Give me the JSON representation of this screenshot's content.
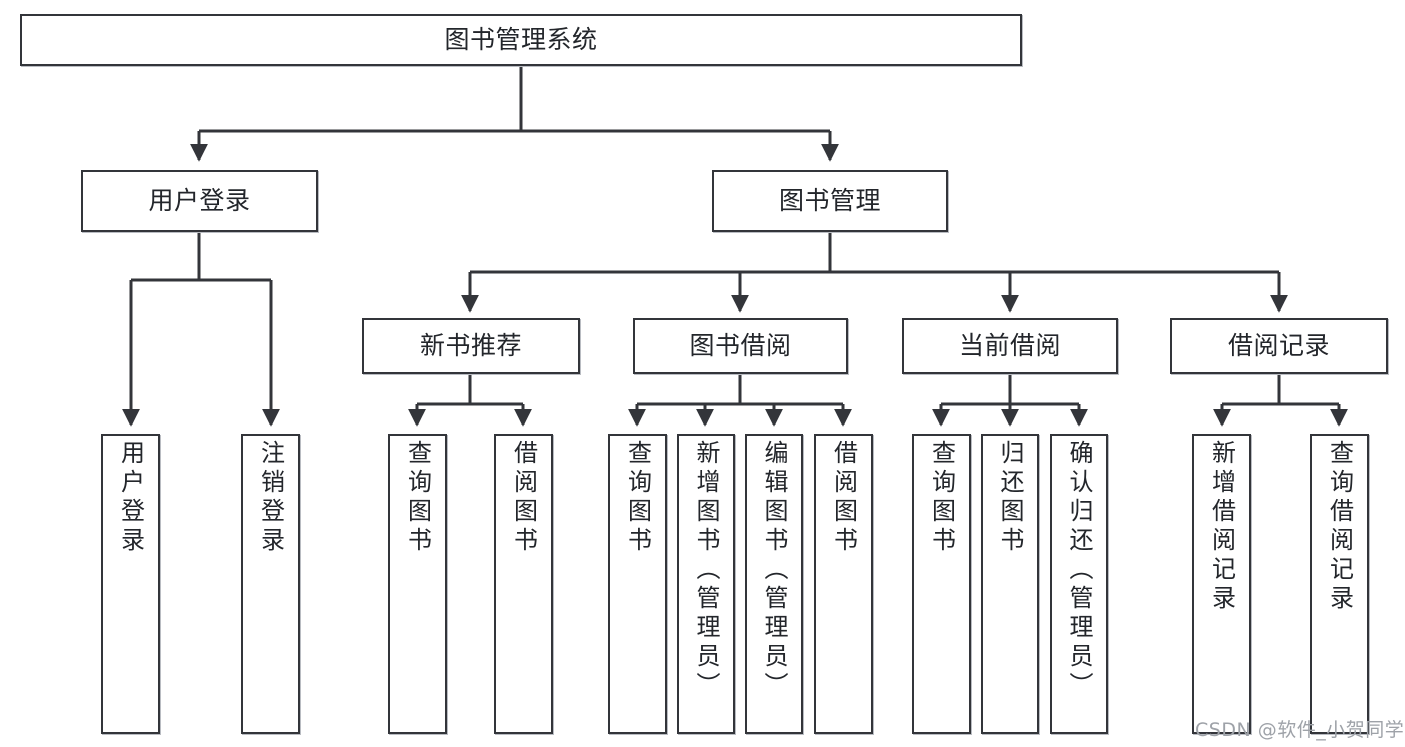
{
  "diagram": {
    "title": "图书管理系统",
    "root": {
      "label": "图书管理系统"
    },
    "level2": [
      {
        "label": "用户登录"
      },
      {
        "label": "图书管理"
      }
    ],
    "level3": [
      {
        "label": "新书推荐"
      },
      {
        "label": "图书借阅"
      },
      {
        "label": "当前借阅"
      },
      {
        "label": "借阅记录"
      }
    ],
    "leaves": {
      "user_login": [
        {
          "label": "用户登录"
        },
        {
          "label": "注销登录"
        }
      ],
      "new_book": [
        {
          "label": "查询图书"
        },
        {
          "label": "借阅图书"
        }
      ],
      "book_borrow": [
        {
          "label": "查询图书"
        },
        {
          "label": "新增图书（管理员）"
        },
        {
          "label": "编辑图书（管理员）"
        },
        {
          "label": "借阅图书"
        }
      ],
      "current_borrow": [
        {
          "label": "查询图书"
        },
        {
          "label": "归还图书"
        },
        {
          "label": "确认归还（管理员）"
        }
      ],
      "borrow_record": [
        {
          "label": "新增借阅记录"
        },
        {
          "label": "查询借阅记录"
        }
      ]
    }
  },
  "watermark": {
    "text": "CSDN @软件_小贺同学"
  },
  "colors": {
    "stroke": "#33353a",
    "text": "#23262b",
    "background": "#ffffff",
    "watermark": "#9ea2a8"
  }
}
